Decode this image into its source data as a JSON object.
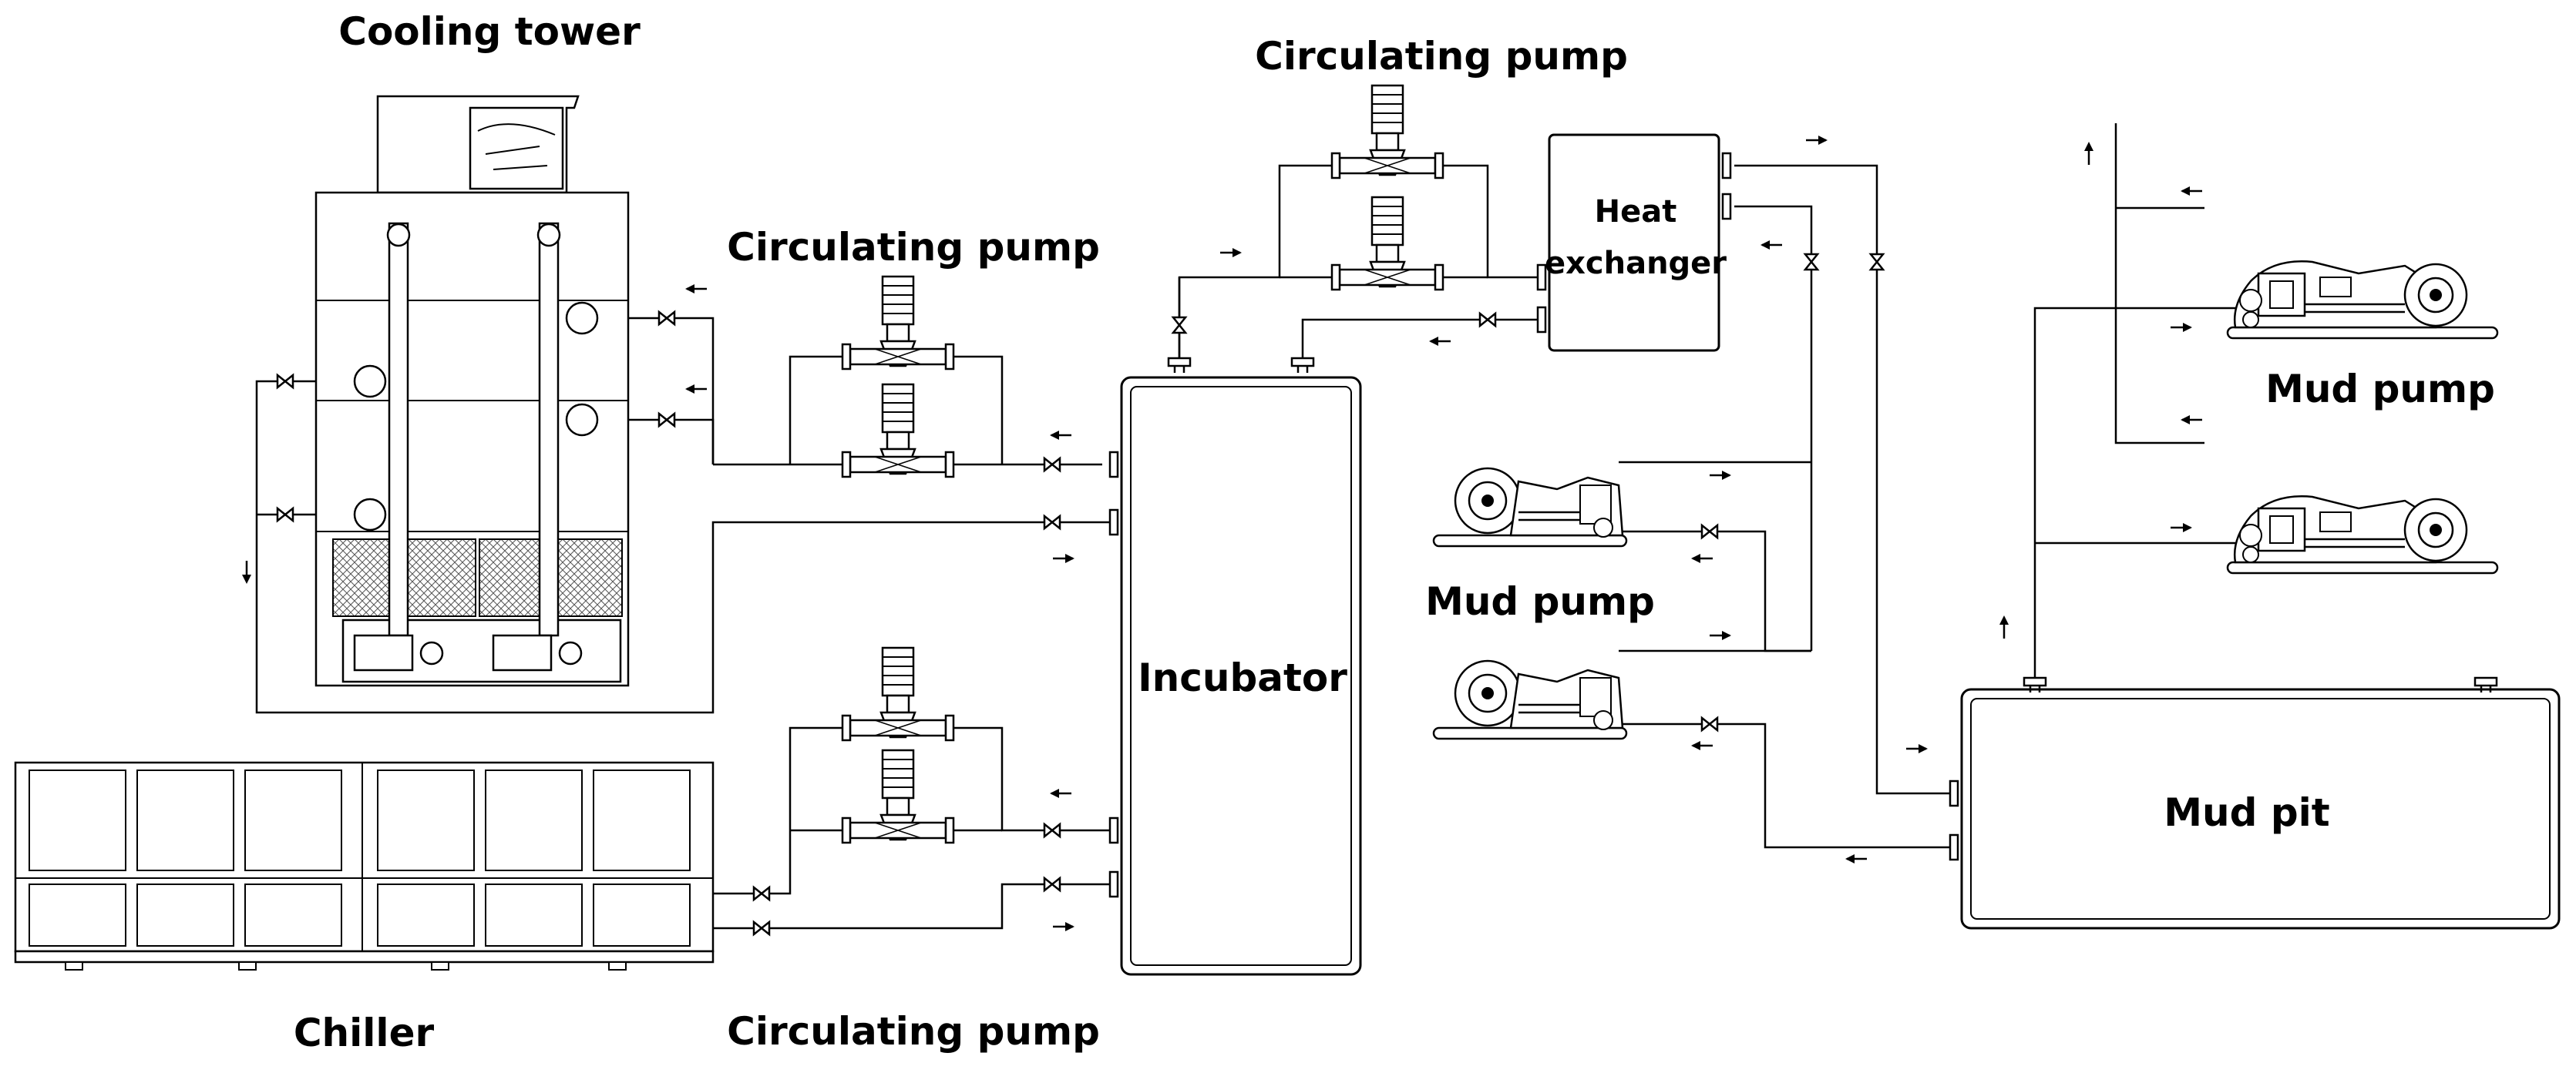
{
  "labels": {
    "cooling_tower": "Cooling tower",
    "circulating_pump_top": "Circulating pump",
    "circulating_pump_mid": "Circulating pump",
    "circulating_pump_bottom": "Circulating pump",
    "heat_exchanger_line1": "Heat",
    "heat_exchanger_line2": "exchanger",
    "incubator": "Incubator",
    "mud_pump_left": "Mud pump",
    "mud_pump_right": "Mud pump",
    "mud_pit": "Mud pit",
    "chiller": "Chiller"
  },
  "colors": {
    "line": "#000000",
    "background": "#ffffff"
  }
}
